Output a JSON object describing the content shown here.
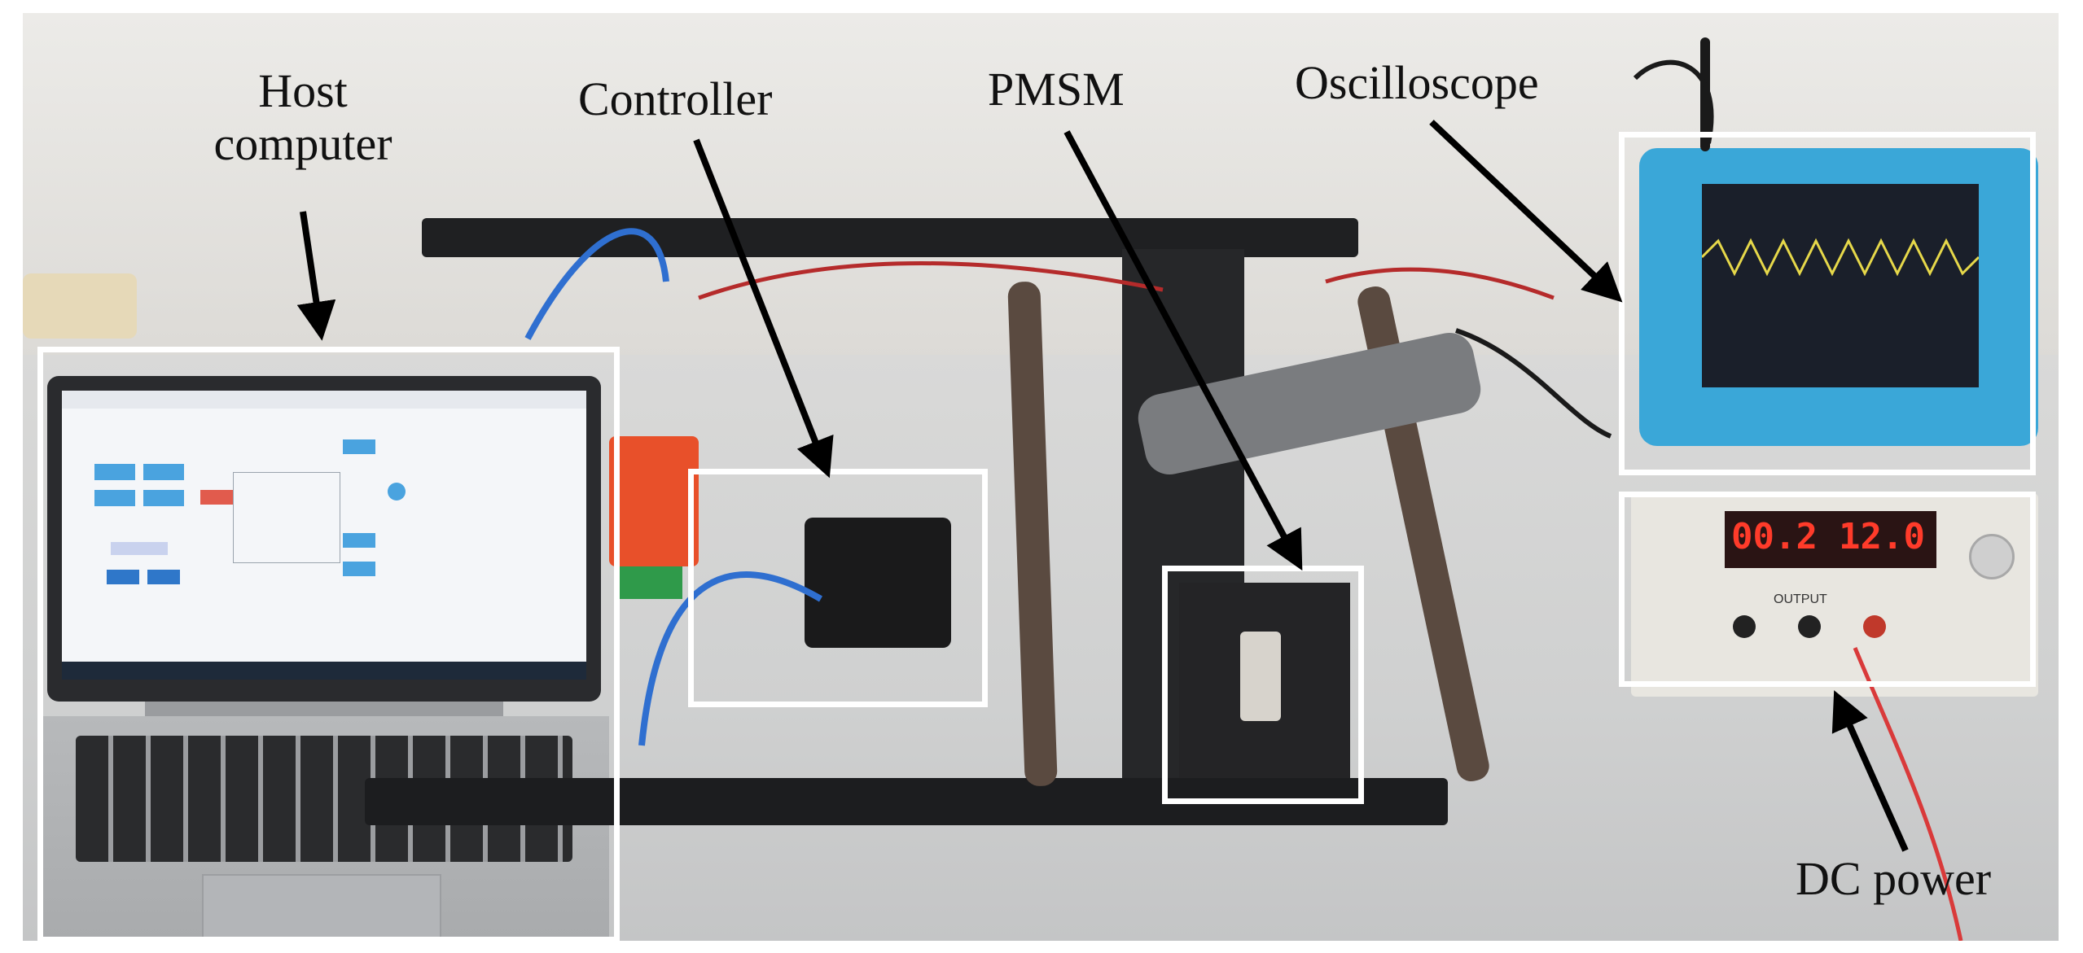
{
  "labels": {
    "host_line1": "Host",
    "host_line2": "computer",
    "controller": "Controller",
    "pmsm": "PMSM",
    "oscilloscope": "Oscilloscope",
    "dc_power": "DC power"
  },
  "dc_supply": {
    "current_display": "00.2",
    "voltage_display": "12.0",
    "output_label": "OUTPUT"
  },
  "colors": {
    "box_outline": "#ffffff",
    "arrow": "#000000",
    "controller_board": "#e8502a",
    "scope_frame": "#3aa7d8",
    "scope_trace": "#e6d84a",
    "supply_display": "#ff3b2a"
  }
}
